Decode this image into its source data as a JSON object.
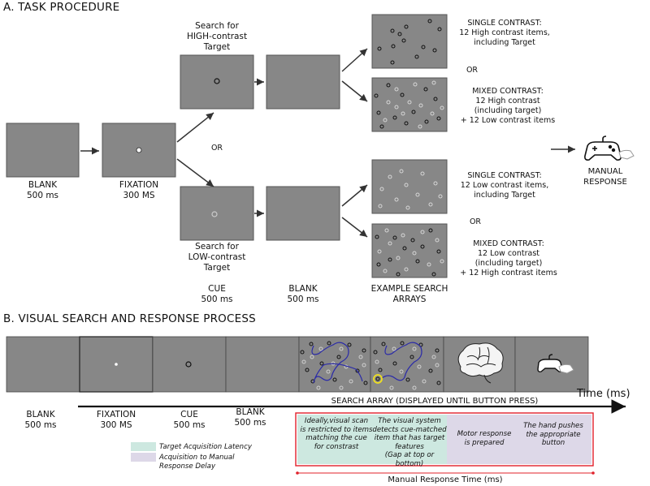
{
  "section_a": {
    "title": "A. TASK PROCEDURE",
    "blank": {
      "line1": "BLANK",
      "line2": "500 ms"
    },
    "fixation": {
      "line1": "FIXATION",
      "line2": "300 MS"
    },
    "or_label": "OR",
    "high_cue": {
      "line1": "Search for",
      "line2": "HIGH-contrast",
      "line3": "Target"
    },
    "low_cue": {
      "line1": "Search for",
      "line2": "LOW-contrast",
      "line3": "Target"
    },
    "cue": {
      "line1": "CUE",
      "line2": "500 ms"
    },
    "blank2": {
      "line1": "BLANK",
      "line2": "500 ms"
    },
    "example": {
      "line1": "EXAMPLE SEARCH",
      "line2": "ARRAYS"
    },
    "single_high": {
      "line1": "SINGLE CONTRAST:",
      "line2": "12 High contrast items,",
      "line3": "including Target"
    },
    "mixed_high": {
      "line1": "MIXED CONTRAST:",
      "line2": "12 High contrast",
      "line3": "(including target)",
      "line4": "+ 12 Low contrast items"
    },
    "single_low": {
      "line1": "SINGLE CONTRAST:",
      "line2": "12 Low contrast items,",
      "line3": "including Target"
    },
    "mixed_low": {
      "line1": "MIXED CONTRAST:",
      "line2": "12 Low contrast",
      "line3": "(including target)",
      "line4": "+ 12 High contrast items"
    },
    "or_small": "OR",
    "manual": {
      "line1": "MANUAL",
      "line2": "RESPONSE"
    }
  },
  "section_b": {
    "title": "B. VISUAL SEARCH AND RESPONSE PROCESS",
    "time_label": "Time (ms)",
    "search_array_label": "SEARCH ARRAY (DISPLAYED UNTIL BUTTON PRESS)",
    "blank": {
      "line1": "BLANK",
      "line2": "500 ms"
    },
    "fixation": {
      "line1": "FIXATION",
      "line2": "300 MS"
    },
    "cue": {
      "line1": "CUE",
      "line2": "500 ms"
    },
    "blank2": {
      "line1": "BLANK",
      "line2": "500 ms"
    },
    "step1": {
      "l1": "Ideally,visual scan",
      "l2": "is restricted to items",
      "l3": "matching the cue",
      "l4": "for constrast"
    },
    "step2": {
      "l1": "The visual system",
      "l2": "detects cue-matched",
      "l3": "item that has target",
      "l4": "features",
      "l5": "(Gap at top or",
      "l6": "bottom)"
    },
    "step3": {
      "l1": "Motor response",
      "l2": "is prepared"
    },
    "step4": {
      "l1": "The hand pushes",
      "l2": "the appropriate",
      "l3": "button"
    },
    "legend": {
      "teal": "Target Acquisition Latency",
      "purple_l1": "Acquisition to Manual",
      "purple_l2": "Response Delay"
    },
    "manual_rt": "Manual Response Time (ms)"
  },
  "colors": {
    "panel_gray": "#878787",
    "teal": "#cde8e0",
    "purple": "#ddd8e8",
    "scan_path": "#2a2aa8",
    "highlight": "#f0e020",
    "red": "#e0202a"
  }
}
